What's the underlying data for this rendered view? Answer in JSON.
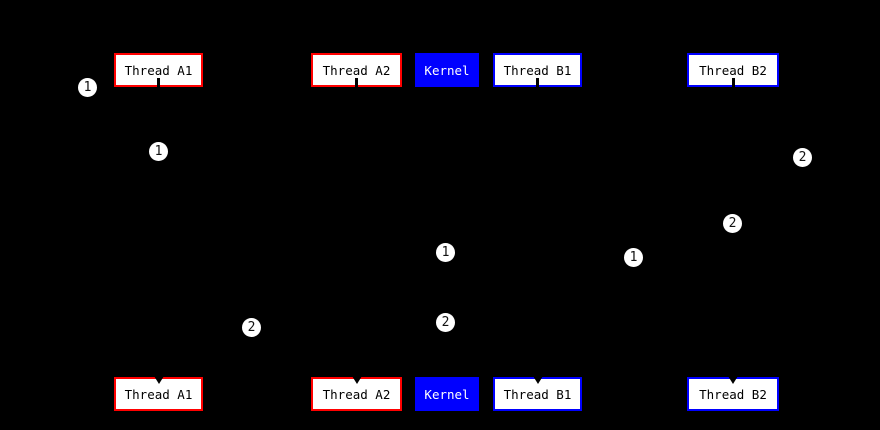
{
  "diagram": {
    "background": "#000000",
    "colors": {
      "thread_a_accent": "#ff0000",
      "thread_b_accent": "#0000ff",
      "kernel_bg": "#0000ff",
      "kernel_text": "#ffffff",
      "node_bg": "#ffffff",
      "node_text": "#000000",
      "badge_bg": "#ffffff",
      "badge_text": "#111111"
    }
  },
  "nodes": {
    "top": [
      {
        "label": "Thread A1"
      },
      {
        "label": "Thread A2"
      },
      {
        "label": "Kernel"
      },
      {
        "label": "Thread B1"
      },
      {
        "label": "Thread B2"
      }
    ],
    "bottom": [
      {
        "label": "Thread A1"
      },
      {
        "label": "Thread A2"
      },
      {
        "label": "Kernel"
      },
      {
        "label": "Thread B1"
      },
      {
        "label": "Thread B2"
      }
    ]
  },
  "badges": [
    {
      "label": "1"
    },
    {
      "label": "1"
    },
    {
      "label": "2"
    },
    {
      "label": "2"
    },
    {
      "label": "1"
    },
    {
      "label": "1"
    },
    {
      "label": "2"
    },
    {
      "label": "2"
    }
  ]
}
